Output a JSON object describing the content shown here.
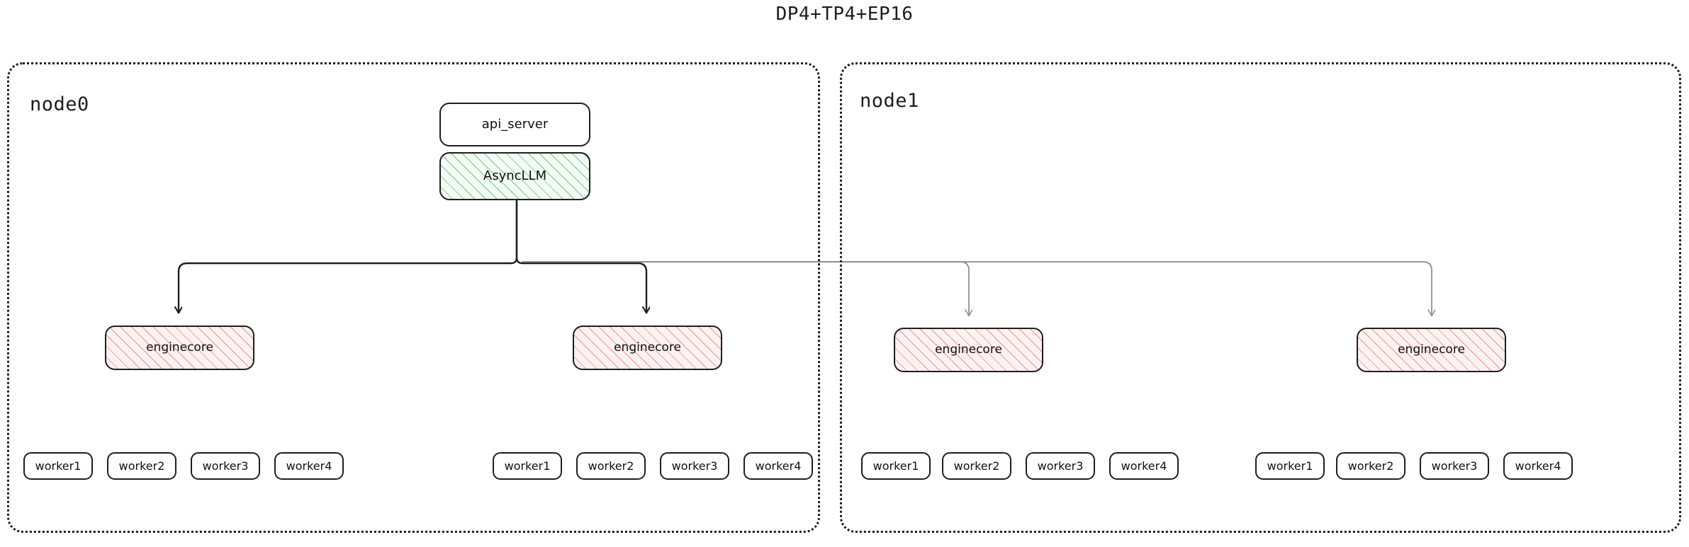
{
  "title": "DP4+TP4+EP16",
  "colors": {
    "stroke": "#1f1f1f",
    "edge_dark": "#1f1f1f",
    "edge_light": "#8a8a8a",
    "async_hatch": "#3cb45a",
    "engine_hatch": "#e67878",
    "background": "#ffffff"
  },
  "nodes": [
    {
      "id": "node0",
      "label": "node0",
      "api_server": {
        "label": "api_server"
      },
      "async_llm": {
        "label": "AsyncLLM"
      },
      "enginecores": [
        {
          "label": "enginecore"
        },
        {
          "label": "enginecore"
        }
      ],
      "worker_groups": [
        {
          "workers": [
            "worker1",
            "worker2",
            "worker3",
            "worker4"
          ]
        },
        {
          "workers": [
            "worker1",
            "worker2",
            "worker3",
            "worker4"
          ]
        }
      ]
    },
    {
      "id": "node1",
      "label": "node1",
      "enginecores": [
        {
          "label": "enginecore"
        },
        {
          "label": "enginecore"
        }
      ],
      "worker_groups": [
        {
          "workers": [
            "worker1",
            "worker2",
            "worker3",
            "worker4"
          ]
        },
        {
          "workers": [
            "worker1",
            "worker2",
            "worker3",
            "worker4"
          ]
        }
      ]
    }
  ]
}
